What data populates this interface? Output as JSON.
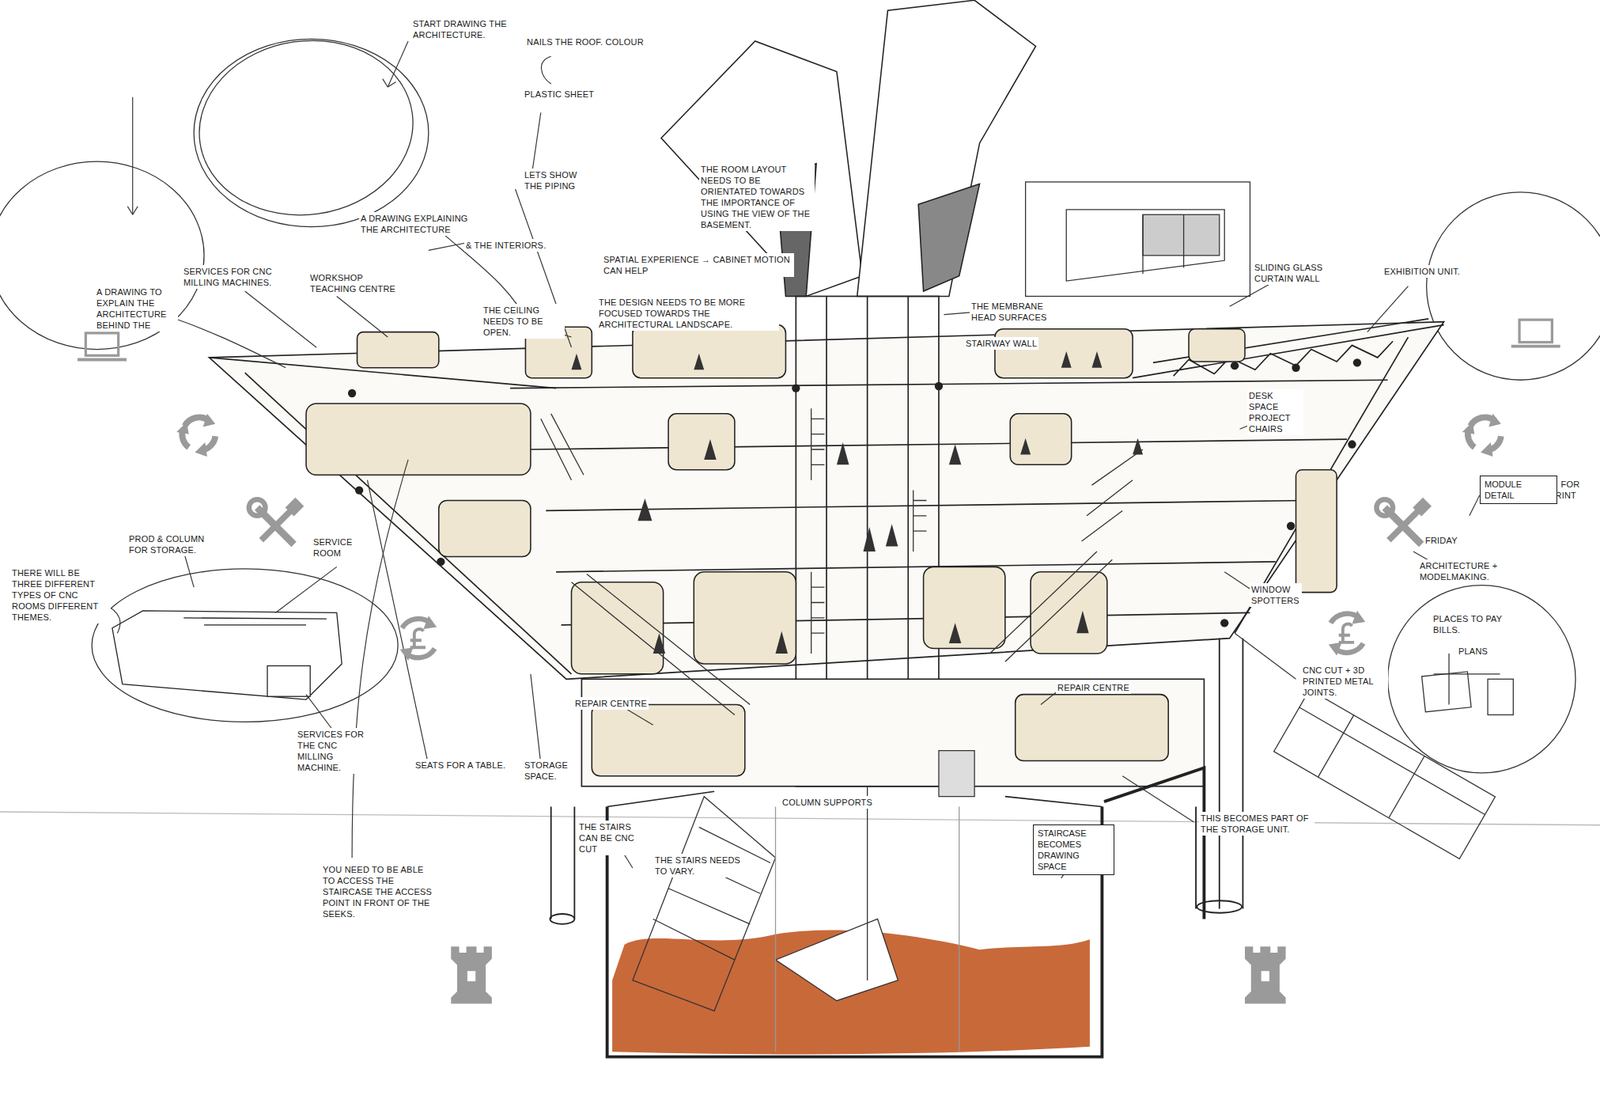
{
  "diagram": {
    "nodes": [
      {
        "text": [
          "MODULE DETAIL"
        ]
      },
      {
        "text": [
          "STAIRCASE BECOMES DRAWING SPACE"
        ]
      }
    ],
    "labels": [
      "START DRAWING THE ARCHITECTURE.",
      "NAILS THE ROOF. COLOUR",
      "PLASTIC SHEET",
      "LETS SHOW THE PIPING",
      "THE ROOM LAYOUT NEEDS TO BE ORIENTATED TOWARDS THE IMPORTANCE OF USING THE VIEW OF THE BASEMENT.",
      "A DRAWING EXPLAINING THE ARCHITECTURE",
      "& THE INTERIORS.",
      "SPATIAL EXPERIENCE → CABINET MOTION CAN HELP",
      "SERVICES FOR CNC MILLING MACHINES.",
      "WORKSHOP TEACHING CENTRE",
      "A DRAWING TO EXPLAIN THE ARCHITECTURE BEHIND THE",
      "THE CEILING NEEDS TO BE OPEN.",
      "THE DESIGN NEEDS TO BE MORE FOCUSED TOWARDS THE ARCHITECTURAL LANDSCAPE.",
      "THE MEMBRANE HEAD SURFACES",
      "STAIRWAY WALL",
      "SLIDING GLASS CURTAIN WALL",
      "EXHIBITION UNIT.",
      "DESK SPACE PROJECT CHAIRS",
      "→ FOR PRINT",
      "FRIDAY",
      "ARCHITECTURE + MODELMAKING.",
      "WINDOW SPOTTERS",
      "PLACES TO PAY BILLS.",
      "PLANS",
      "CNC CUT + 3D PRINTED METAL JOINTS.",
      "PROD & COLUMN FOR STORAGE.",
      "SERVICE ROOM",
      "THERE WILL BE THREE DIFFERENT TYPES OF CNC ROOMS DIFFERENT THEMES.",
      "REPAIR CENTRE",
      "REPAIR CENTRE",
      "SERVICES FOR THE CNC MILLING MACHINE.",
      "SEATS FOR A TABLE.",
      "STORAGE SPACE.",
      "COLUMN SUPPORTS",
      "THIS BECOMES PART OF THE STORAGE UNIT.",
      "THE STAIRS CAN BE CNC CUT",
      "THE STAIRS NEEDS TO VARY.",
      "YOU NEED TO BE ABLE TO ACCESS THE STAIRCASE THE ACCESS POINT IN FRONT OF THE SEEKS."
    ]
  }
}
